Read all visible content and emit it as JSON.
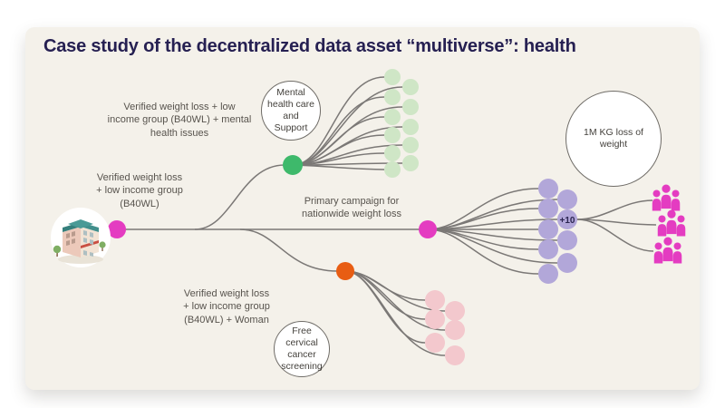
{
  "title": "Case study of the decentralized data asset “multiverse”: health",
  "colors": {
    "background": "#ffffff",
    "panel": "#f4f1ea",
    "title_text": "#262052",
    "label_text": "#57534d",
    "line": "#7b7876",
    "magenta": "#e43cc1",
    "green": "#3eb96b",
    "orange": "#e85d13",
    "light_green": "#cfe6c6",
    "light_purple": "#b2a7d9",
    "light_pink": "#f3c8cd",
    "circle_border": "#6f6c67",
    "plus_text": "#2b2550"
  },
  "source": {
    "icon": "building-icon",
    "label": "Verified weight loss\n+ low income group\n(B40WL)"
  },
  "branches": {
    "mental": {
      "label": "Verified weight loss + low\nincome group (B40WL) + mental\nhealth issues",
      "outcome": "Mental health care and Support",
      "recipient_count": 11,
      "node_color": "#3eb96b"
    },
    "primary": {
      "label": "Primary campaign for\nnationwide weight loss",
      "aggregate_label": "+10",
      "impact": "1M KG loss of weight",
      "recipient_count": 9,
      "people_group_count": 3,
      "node_color": "#e43cc1"
    },
    "woman": {
      "label": "Verified weight loss\n+ low income group\n(B40WL) + Woman",
      "outcome": "Free cervical cancer screening",
      "recipient_count": 6,
      "node_color": "#e85d13"
    }
  }
}
